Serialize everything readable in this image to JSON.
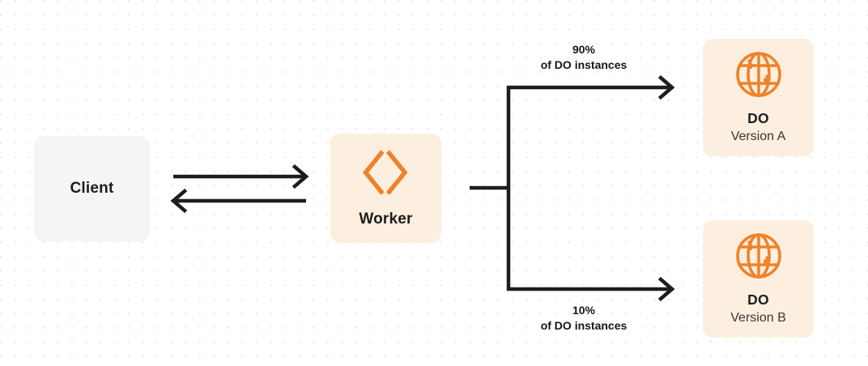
{
  "diagram": {
    "nodes": [
      {
        "id": "client",
        "label": "Client",
        "icon": "none",
        "fill": "#f4f5f7"
      },
      {
        "id": "worker",
        "label": "Worker",
        "icon": "cloudflare-workers-icon",
        "fill": "#fdefdf",
        "icon_color": "#f28128"
      },
      {
        "id": "do-a",
        "label": "DO",
        "sublabel": "Version A",
        "icon": "durable-object-globe-icon",
        "fill": "#fdefdf",
        "icon_color": "#f28128"
      },
      {
        "id": "do-b",
        "label": "DO",
        "sublabel": "Version B",
        "icon": "durable-object-globe-icon",
        "fill": "#fdefdf",
        "icon_color": "#f28128"
      }
    ],
    "edges": [
      {
        "id": "client-to-worker",
        "from": "client",
        "to": "worker",
        "direction": "right",
        "label": ""
      },
      {
        "id": "worker-to-client",
        "from": "worker",
        "to": "client",
        "direction": "left",
        "label": ""
      },
      {
        "id": "worker-to-do-a",
        "from": "worker",
        "to": "do-a",
        "direction": "right",
        "percent": "90%",
        "caption": "of DO instances"
      },
      {
        "id": "worker-to-do-b",
        "from": "worker",
        "to": "do-b",
        "direction": "right",
        "percent": "10%",
        "caption": "of DO instances"
      }
    ]
  },
  "colors": {
    "accent_orange": "#f28128",
    "box_peach": "#fdefdf",
    "box_gray": "#f4f5f7",
    "line_dark": "#1d1d1f",
    "text_dark": "#1d1d1d",
    "text_sub": "#3a3631",
    "grid_dot": "#ececed"
  }
}
